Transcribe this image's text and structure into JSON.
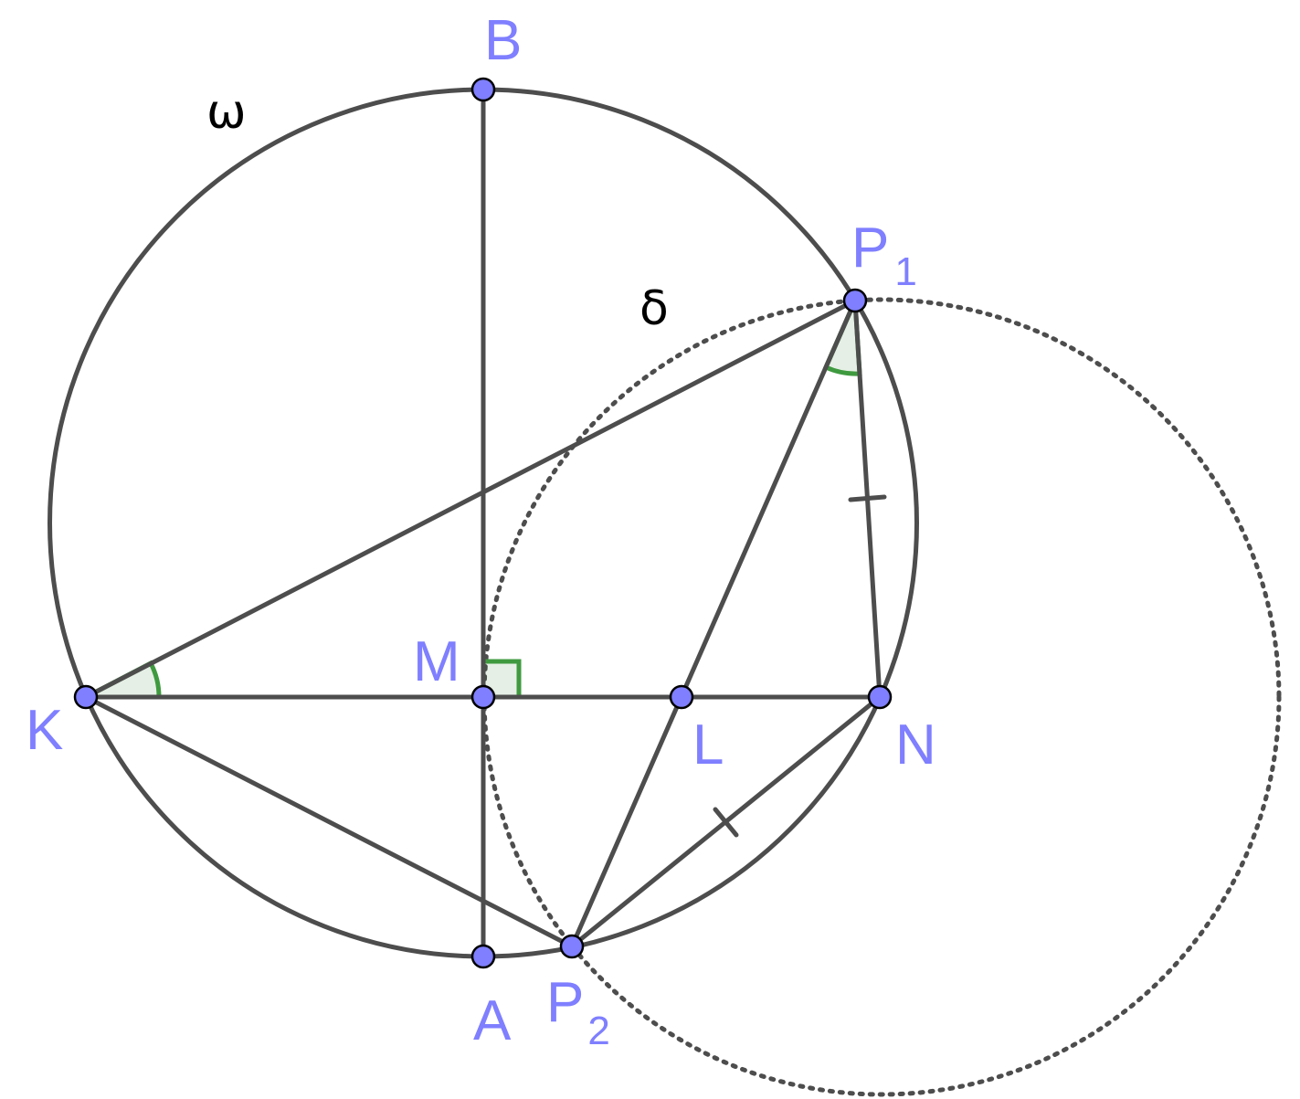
{
  "figure": {
    "circles": {
      "omega": {
        "label": "ω"
      },
      "delta": {
        "label": "δ",
        "style": "dotted"
      }
    },
    "points": {
      "B": {
        "label": "B"
      },
      "A": {
        "label": "A"
      },
      "M": {
        "label": "M"
      },
      "K": {
        "label": "K"
      },
      "N": {
        "label": "N"
      },
      "L": {
        "label": "L"
      },
      "P1": {
        "label": "P",
        "sub": "1"
      },
      "P2": {
        "label": "P",
        "sub": "2"
      }
    },
    "colors": {
      "point_fill": "#7f7fff",
      "line": "#4d4d4d",
      "angle_mark": "#3f9a3f"
    }
  }
}
